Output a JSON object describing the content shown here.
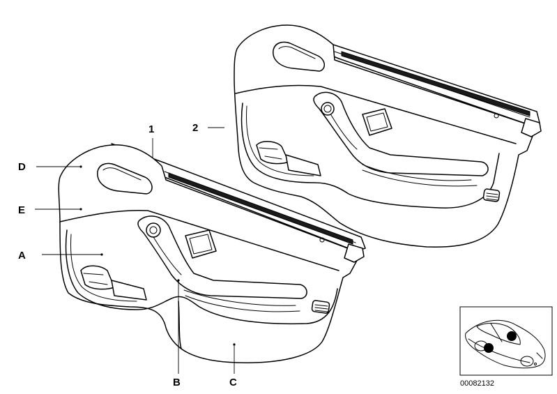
{
  "callouts": {
    "label_1": "1",
    "label_2": "2",
    "label_A": "A",
    "label_B": "B",
    "label_C": "C",
    "label_D": "D",
    "label_E": "E"
  },
  "inset": {
    "part_number": "00082132"
  }
}
